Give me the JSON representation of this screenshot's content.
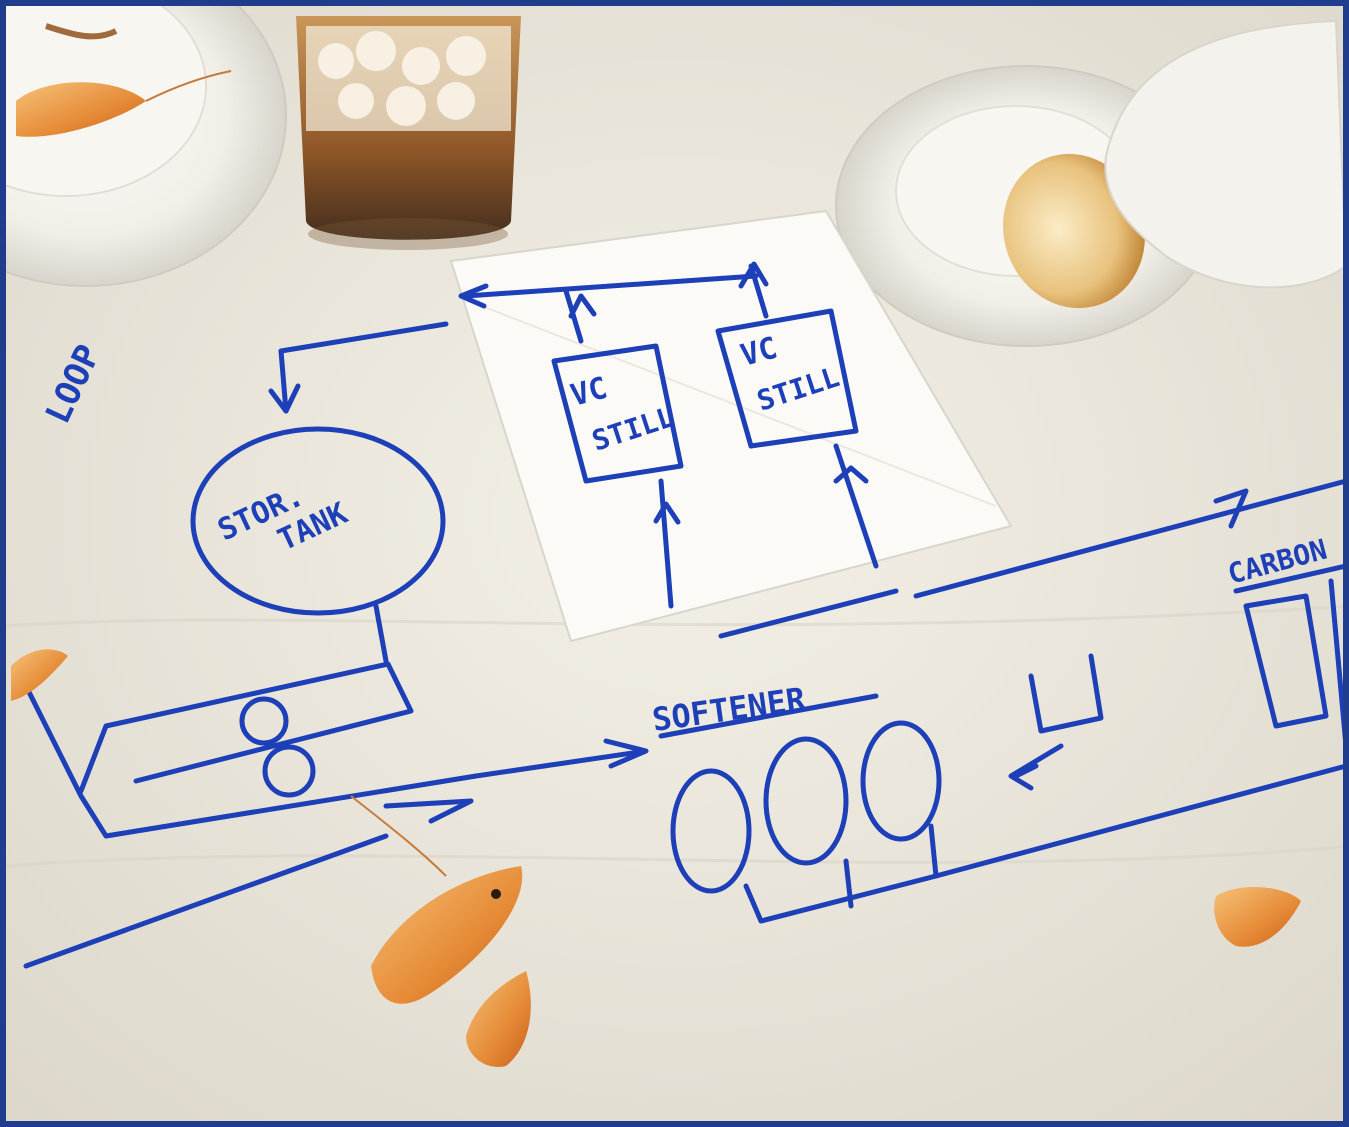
{
  "photo": {
    "border_color": "#1f3d8c",
    "ink_color": "#1d3fb8",
    "tablecloth_color": "#ece8dd",
    "handwritten_labels": {
      "loop": "LOOP",
      "storage_tank_line1": "STOR.",
      "storage_tank_line2": "TANK",
      "still1_line1": "VC",
      "still1_line2": "STILL",
      "still2_line1": "VC",
      "still2_line2": "STILL",
      "softener": "SOFTENER",
      "carbon": "CARBON"
    }
  }
}
